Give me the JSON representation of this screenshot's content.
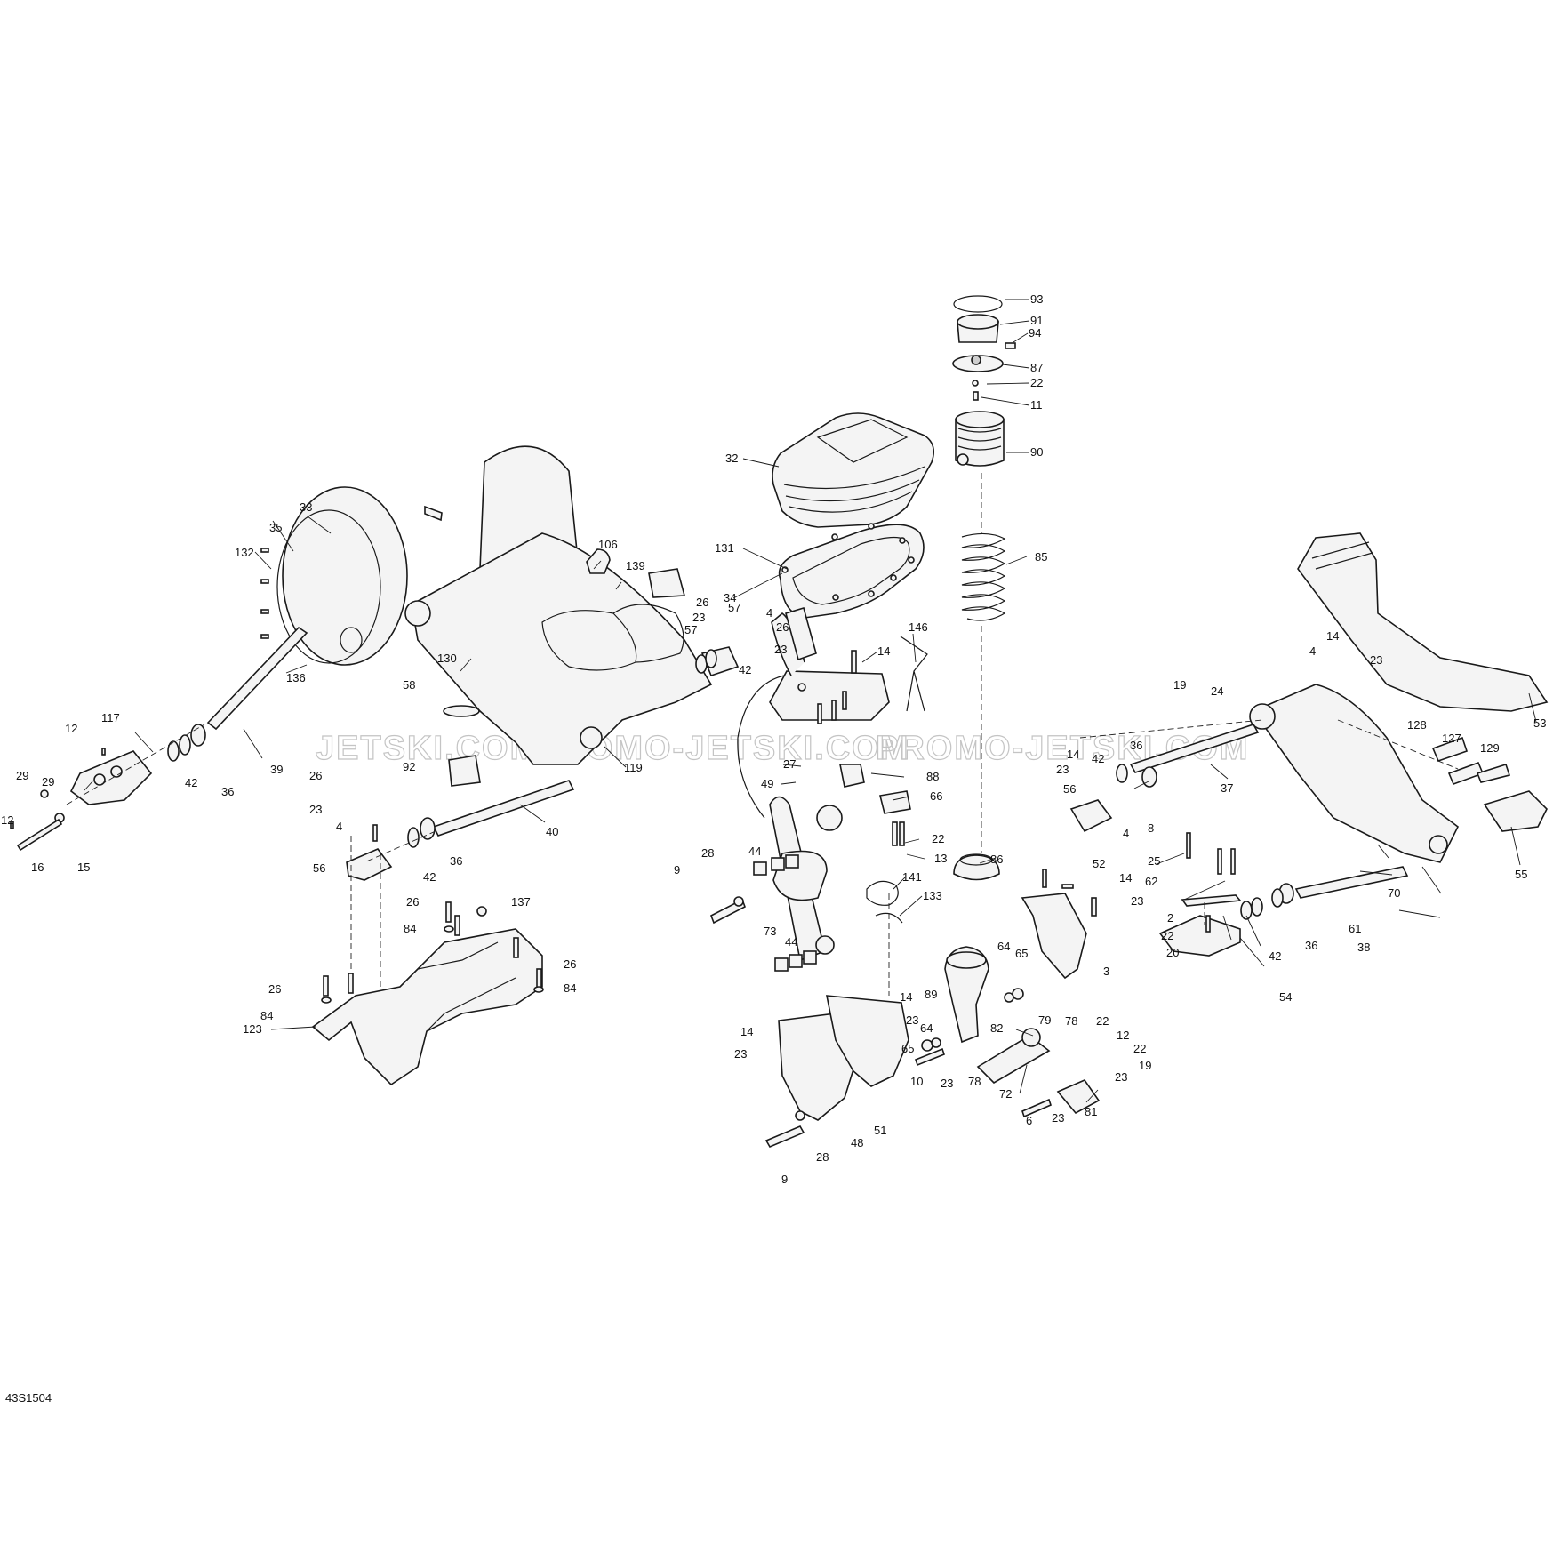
{
  "figure_id": "43S1504",
  "watermark": [
    "JETSKI.COM",
    "PROMO-JETSKI.COM",
    "PROMO-JETSKI.COM"
  ],
  "callouts": [
    {
      "n": "93"
    },
    {
      "n": "91"
    },
    {
      "n": "94"
    },
    {
      "n": "87"
    },
    {
      "n": "22"
    },
    {
      "n": "11"
    },
    {
      "n": "90"
    },
    {
      "n": "85"
    },
    {
      "n": "86"
    },
    {
      "n": "32"
    },
    {
      "n": "131"
    },
    {
      "n": "34"
    },
    {
      "n": "146"
    },
    {
      "n": "14"
    },
    {
      "n": "27"
    },
    {
      "n": "49"
    },
    {
      "n": "88"
    },
    {
      "n": "66"
    },
    {
      "n": "22"
    },
    {
      "n": "13"
    },
    {
      "n": "141"
    },
    {
      "n": "133"
    },
    {
      "n": "106"
    },
    {
      "n": "139"
    },
    {
      "n": "26"
    },
    {
      "n": "57"
    },
    {
      "n": "4"
    },
    {
      "n": "23"
    },
    {
      "n": "26"
    },
    {
      "n": "57"
    },
    {
      "n": "23"
    },
    {
      "n": "42"
    },
    {
      "n": "33"
    },
    {
      "n": "35"
    },
    {
      "n": "132"
    },
    {
      "n": "130"
    },
    {
      "n": "136"
    },
    {
      "n": "58"
    },
    {
      "n": "92"
    },
    {
      "n": "39"
    },
    {
      "n": "119"
    },
    {
      "n": "12"
    },
    {
      "n": "117"
    },
    {
      "n": "29"
    },
    {
      "n": "29"
    },
    {
      "n": "12"
    },
    {
      "n": "16"
    },
    {
      "n": "15"
    },
    {
      "n": "42"
    },
    {
      "n": "36"
    },
    {
      "n": "26"
    },
    {
      "n": "23"
    },
    {
      "n": "4"
    },
    {
      "n": "56"
    },
    {
      "n": "42"
    },
    {
      "n": "36"
    },
    {
      "n": "40"
    },
    {
      "n": "26"
    },
    {
      "n": "137"
    },
    {
      "n": "84"
    },
    {
      "n": "26"
    },
    {
      "n": "84"
    },
    {
      "n": "26"
    },
    {
      "n": "84"
    },
    {
      "n": "123"
    },
    {
      "n": "28"
    },
    {
      "n": "9"
    },
    {
      "n": "44"
    },
    {
      "n": "73"
    },
    {
      "n": "44"
    },
    {
      "n": "14"
    },
    {
      "n": "23"
    },
    {
      "n": "14"
    },
    {
      "n": "23"
    },
    {
      "n": "48"
    },
    {
      "n": "51"
    },
    {
      "n": "28"
    },
    {
      "n": "9"
    },
    {
      "n": "89"
    },
    {
      "n": "64"
    },
    {
      "n": "65"
    },
    {
      "n": "64"
    },
    {
      "n": "65"
    },
    {
      "n": "10"
    },
    {
      "n": "23"
    },
    {
      "n": "78"
    },
    {
      "n": "72"
    },
    {
      "n": "82"
    },
    {
      "n": "79"
    },
    {
      "n": "78"
    },
    {
      "n": "6"
    },
    {
      "n": "23"
    },
    {
      "n": "81"
    },
    {
      "n": "52"
    },
    {
      "n": "14"
    },
    {
      "n": "23"
    },
    {
      "n": "3"
    },
    {
      "n": "22"
    },
    {
      "n": "12"
    },
    {
      "n": "22"
    },
    {
      "n": "19"
    },
    {
      "n": "23"
    },
    {
      "n": "53"
    },
    {
      "n": "14"
    },
    {
      "n": "4"
    },
    {
      "n": "23"
    },
    {
      "n": "19"
    },
    {
      "n": "24"
    },
    {
      "n": "36"
    },
    {
      "n": "37"
    },
    {
      "n": "14"
    },
    {
      "n": "23"
    },
    {
      "n": "42"
    },
    {
      "n": "56"
    },
    {
      "n": "4"
    },
    {
      "n": "128"
    },
    {
      "n": "127"
    },
    {
      "n": "129"
    },
    {
      "n": "8"
    },
    {
      "n": "25"
    },
    {
      "n": "62"
    },
    {
      "n": "2"
    },
    {
      "n": "22"
    },
    {
      "n": "20"
    },
    {
      "n": "54"
    },
    {
      "n": "42"
    },
    {
      "n": "36"
    },
    {
      "n": "61"
    },
    {
      "n": "38"
    },
    {
      "n": "70"
    },
    {
      "n": "55"
    }
  ]
}
